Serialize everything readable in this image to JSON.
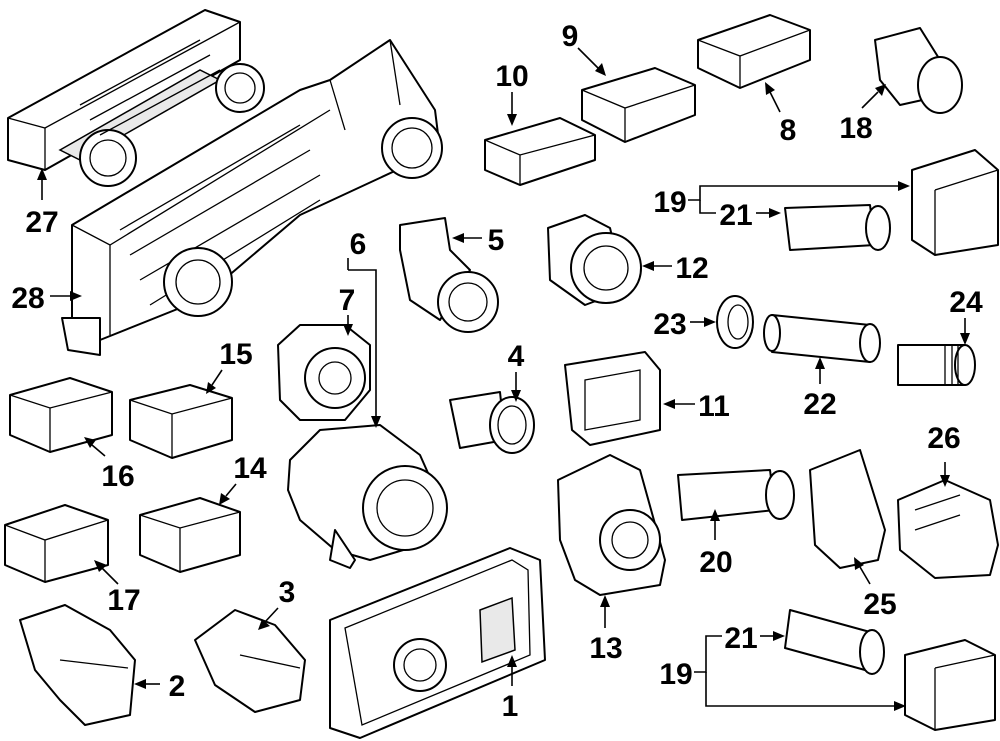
{
  "diagram": {
    "callouts": {
      "c1": "1",
      "c2": "2",
      "c3": "3",
      "c4": "4",
      "c5": "5",
      "c6": "6",
      "c7": "7",
      "c8": "8",
      "c9": "9",
      "c10": "10",
      "c11": "11",
      "c12": "12",
      "c13": "13",
      "c14": "14",
      "c15": "15",
      "c16": "16",
      "c17": "17",
      "c18": "18",
      "c19a": "19",
      "c19b": "19",
      "c20": "20",
      "c21a": "21",
      "c21b": "21",
      "c22": "22",
      "c23": "23",
      "c24": "24",
      "c25": "25",
      "c26": "26",
      "c27": "27",
      "c28": "28"
    },
    "colors": {
      "line": "#000000",
      "background": "#ffffff",
      "shade": "#e9e9e9"
    }
  }
}
